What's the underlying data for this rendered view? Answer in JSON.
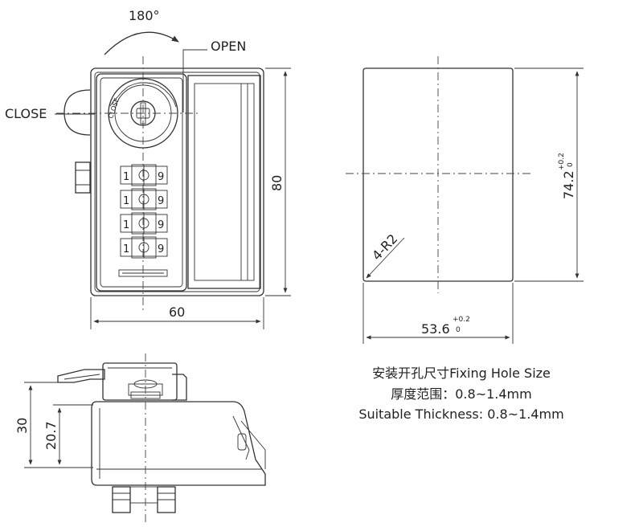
{
  "front_view": {
    "rotation_label": "180°",
    "open_label": "OPEN",
    "close_label": "CLOSE",
    "dial_text": "CLOSE",
    "width_dim": "60",
    "height_dim": "80",
    "dial_digits": [
      {
        "left": "1",
        "right": "9"
      },
      {
        "left": "1",
        "right": "9"
      },
      {
        "left": "1",
        "right": "9"
      },
      {
        "left": "1",
        "right": "9"
      }
    ]
  },
  "cutout_view": {
    "radius_label": "4-R2",
    "width_dim": "53.6",
    "width_tol_upper": "+0.2",
    "width_tol_lower": "0",
    "height_dim": "74.2",
    "height_tol_upper": "+0.2",
    "height_tol_lower": "0"
  },
  "side_view": {
    "total_height_dim": "30",
    "body_height_dim": "20.7"
  },
  "notes": {
    "line1": "安装开孔尺寸Fixing Hole Size",
    "line2": "厚度范围：0.8~1.4mm",
    "line3": "Suitable Thickness: 0.8~1.4mm"
  }
}
